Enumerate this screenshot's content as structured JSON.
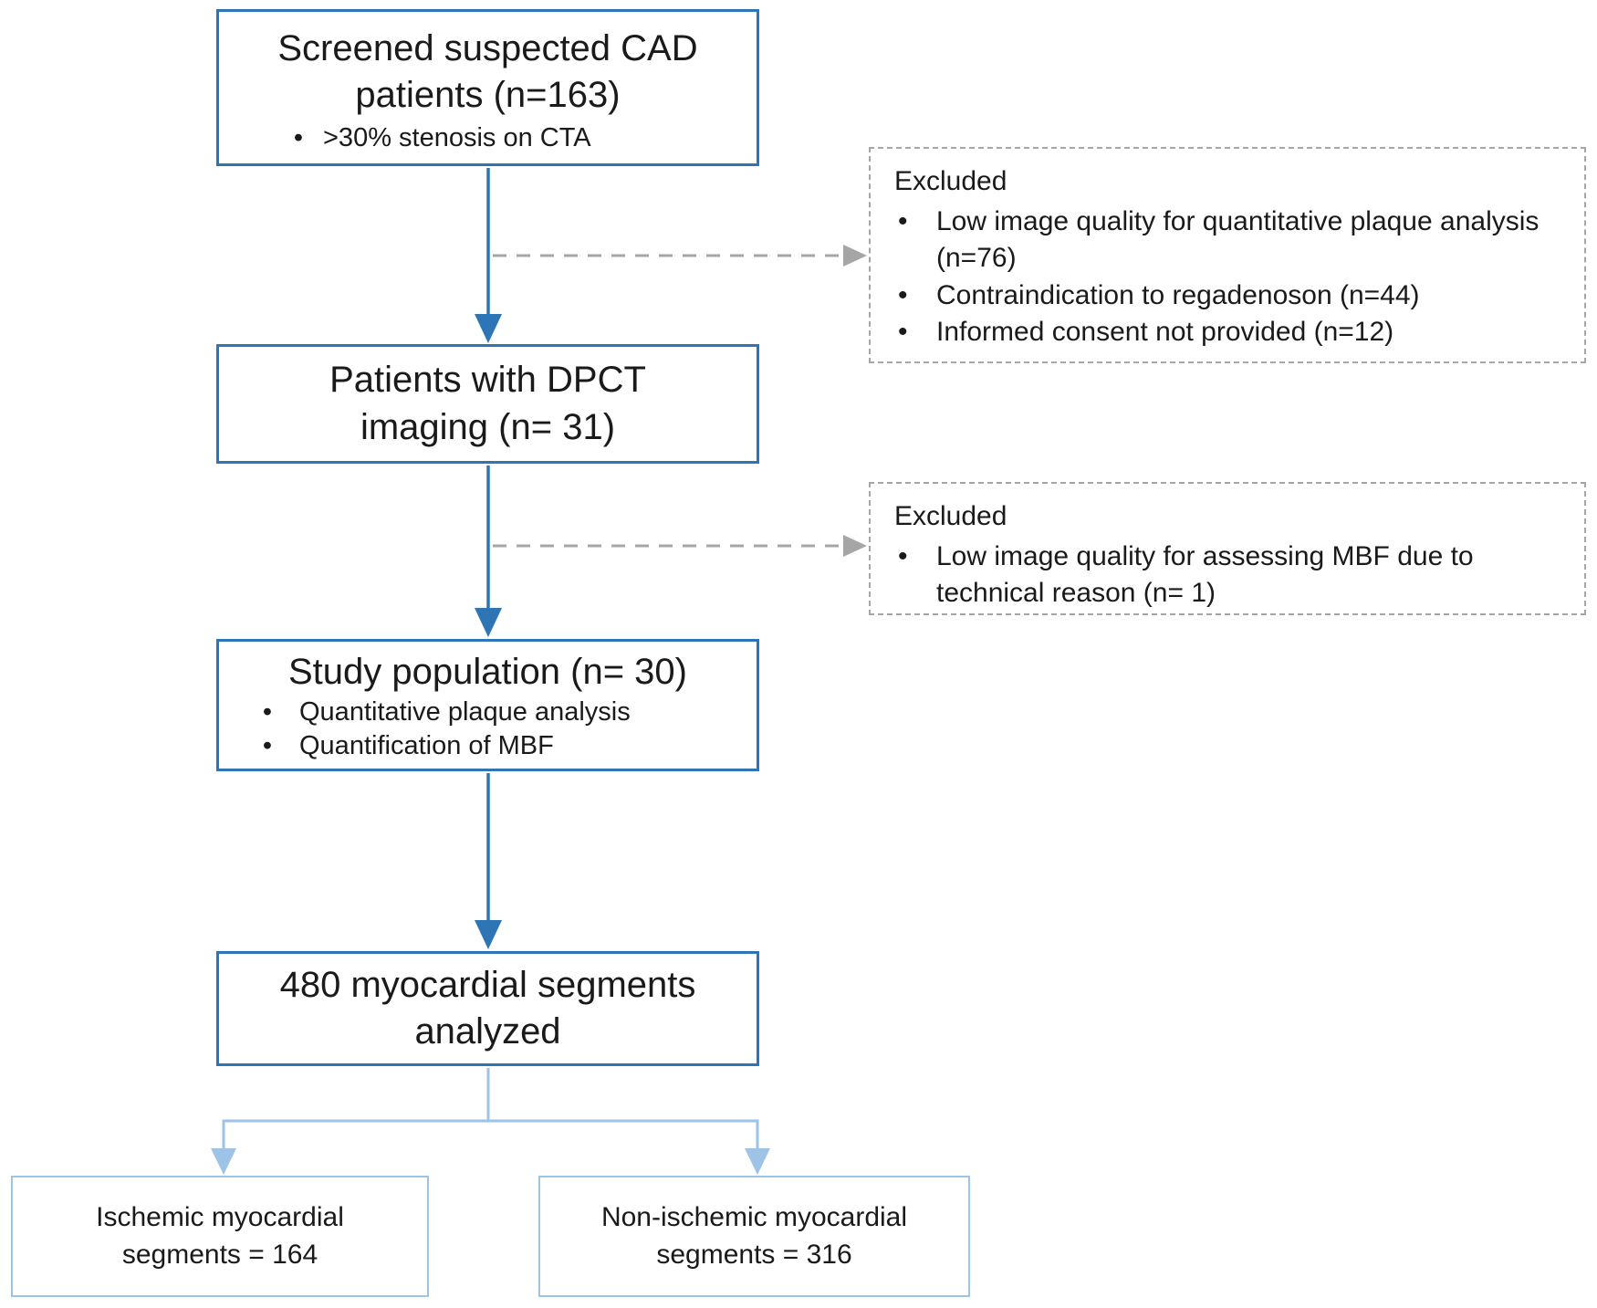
{
  "colors": {
    "accent_blue": "#2E75B6",
    "light_blue": "#9DC3E6",
    "dashed_gray": "#A6A6A6",
    "text_color": "#1A1A1A"
  },
  "flow": {
    "screened": {
      "title": "Screened suspected CAD patients (n=163)",
      "bullets": [
        ">30% stenosis on CTA"
      ]
    },
    "excluded1": {
      "heading": "Excluded",
      "items": [
        "Low image quality for quantitative plaque analysis (n=76)",
        "Contraindication to regadenoson (n=44)",
        "Informed consent not provided (n=12)"
      ]
    },
    "dpct": {
      "title": "Patients with DPCT imaging (n= 31)"
    },
    "excluded2": {
      "heading": "Excluded",
      "items": [
        "Low image quality for assessing MBF due to technical reason (n= 1)"
      ]
    },
    "study": {
      "title": "Study population (n= 30)",
      "bullets": [
        "Quantitative plaque analysis",
        "Quantification of MBF"
      ]
    },
    "segments": {
      "title": "480 myocardial segments analyzed"
    },
    "ischemic": {
      "title": "Ischemic myocardial segments = 164"
    },
    "nonischemic": {
      "title": "Non-ischemic myocardial segments = 316"
    }
  }
}
